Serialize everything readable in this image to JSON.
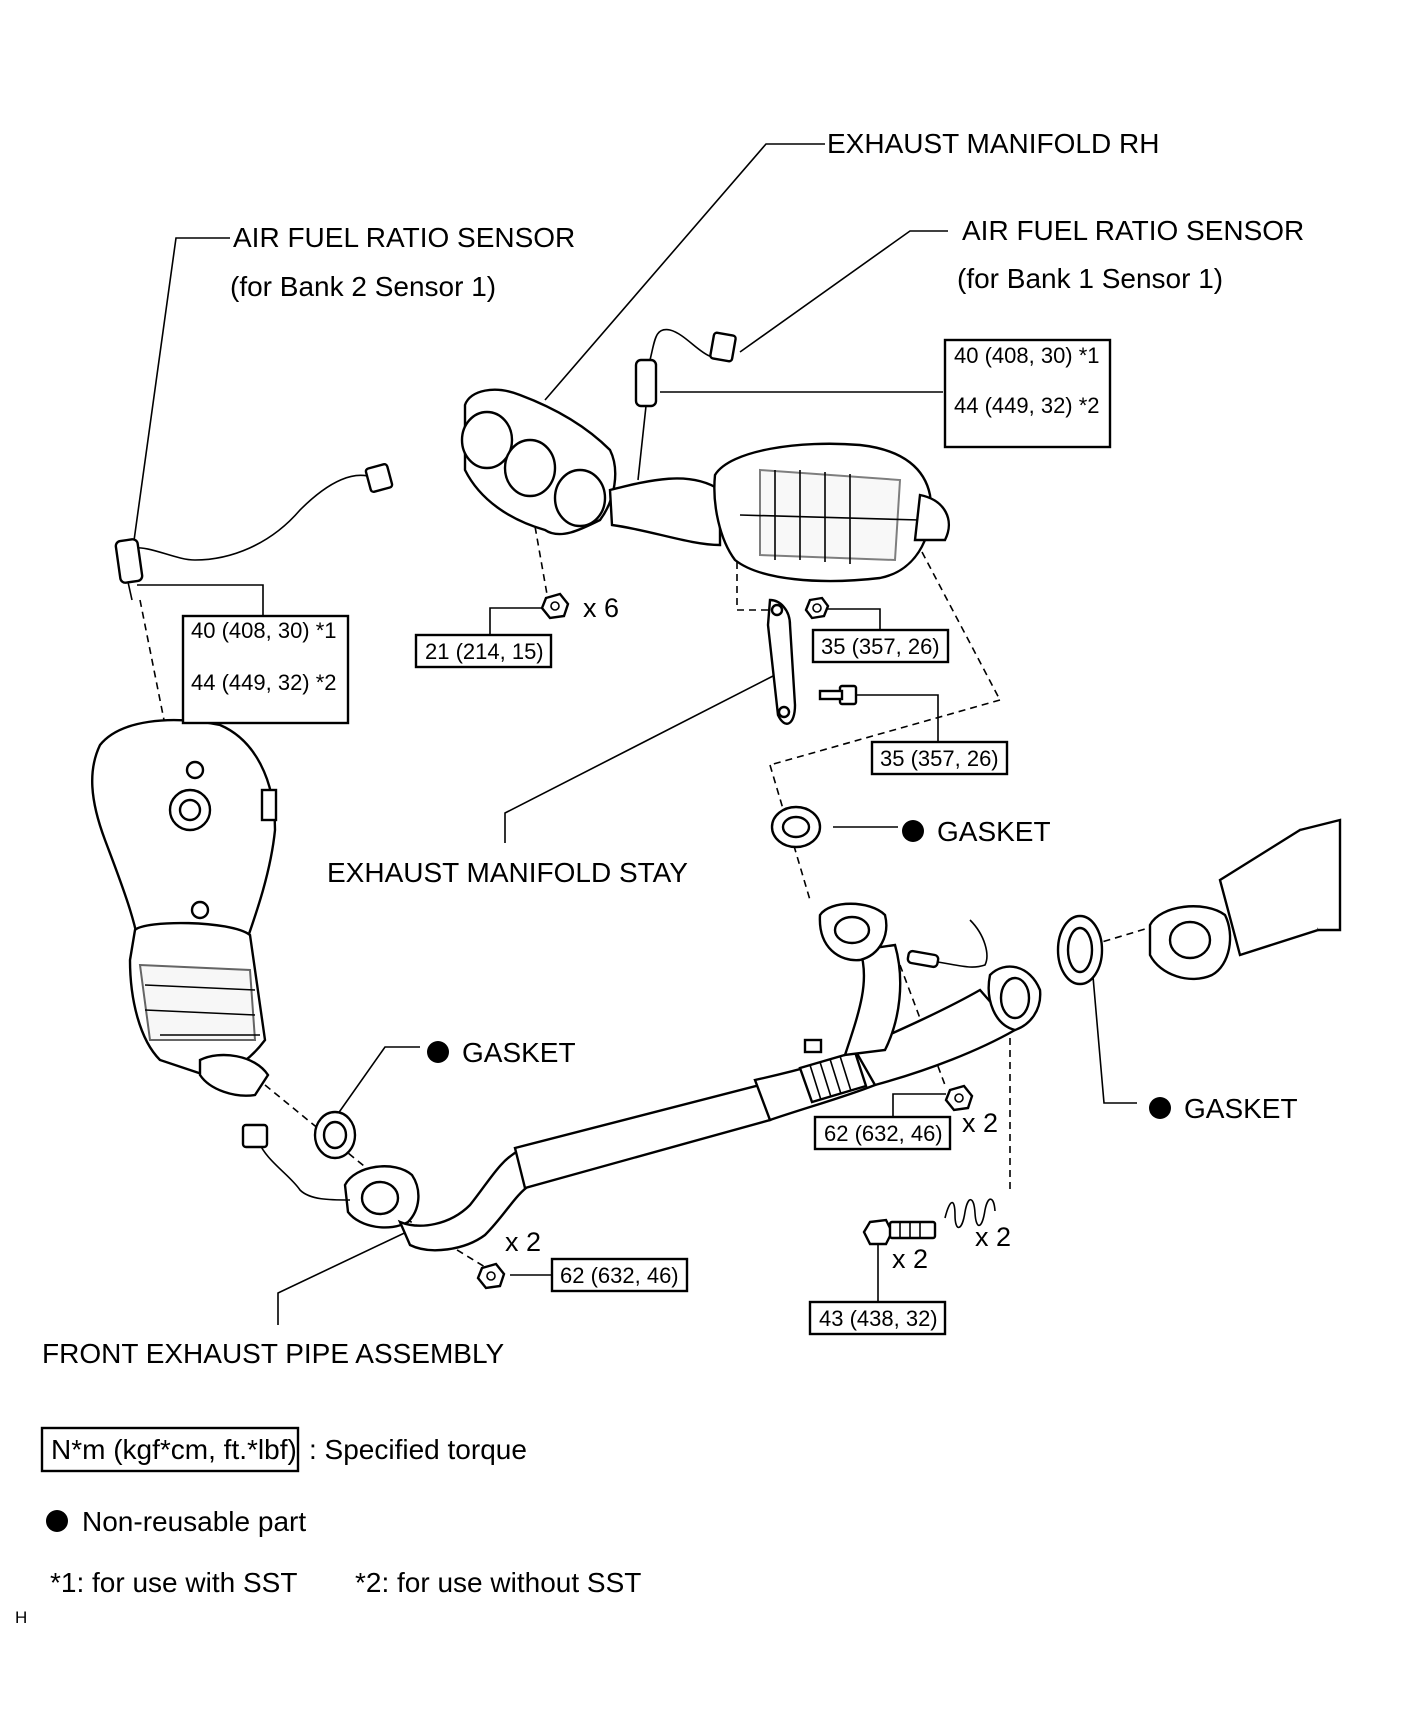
{
  "labels": {
    "exhaust_manifold_rh": "EXHAUST MANIFOLD RH",
    "afr_sensor_bank2_title": "AIR FUEL RATIO SENSOR",
    "afr_sensor_bank2_sub": "(for Bank 2 Sensor 1)",
    "afr_sensor_bank1_title": "AIR FUEL RATIO SENSOR",
    "afr_sensor_bank1_sub": "(for Bank 1 Sensor 1)",
    "exhaust_manifold_stay": "EXHAUST MANIFOLD STAY",
    "front_exhaust_pipe_assembly": "FRONT EXHAUST PIPE ASSEMBLY",
    "gasket_upper": "GASKET",
    "gasket_left": "GASKET",
    "gasket_right": "GASKET"
  },
  "torques": {
    "bank1_sst": "40 (408, 30) *1",
    "bank1_nosst": "44 (449, 32) *2",
    "bank2_sst": "40 (408, 30) *1",
    "bank2_nosst": "44 (449, 32) *2",
    "manifold_nut": "21 (214, 15)",
    "stay_nut": "35 (357, 26)",
    "stay_bolt": "35 (357, 26)",
    "pipe_nut_right": "62 (632, 46)",
    "pipe_nut_left": "62 (632, 46)",
    "pipe_bolt": "43 (438, 32)"
  },
  "quantities": {
    "manifold_nut_qty": "x 6",
    "pipe_nut_right_qty": "x 2",
    "pipe_nut_left_qty": "x 2",
    "bolt_qty": "x 2",
    "spring_qty": "x 2"
  },
  "legend": {
    "torque_unit": "N*m (kgf*cm, ft.*lbf)",
    "torque_desc": ": Specified torque",
    "non_reusable": "Non-reusable part",
    "note1": "*1: for use with SST",
    "note2": "*2: for use without SST"
  },
  "corner_mark": "H"
}
